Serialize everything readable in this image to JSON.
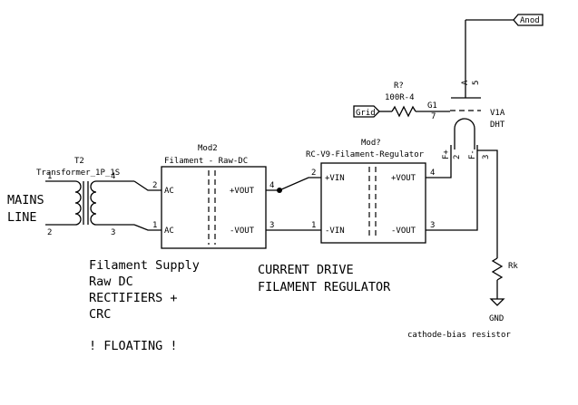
{
  "transformer": {
    "ref": "T2",
    "value": "Transformer_1P_1S",
    "pin1": "1",
    "pin2": "2",
    "pin3": "3",
    "pin4": "4"
  },
  "mains_label_line1": "MAINS",
  "mains_label_line2": "LINE",
  "mod2": {
    "ref": "Mod2",
    "value": "Filament - Raw-DC",
    "pin_ac_top": "AC",
    "pin_ac_bottom": "AC",
    "pin_vout_pos": "+VOUT",
    "pin_vout_neg": "-VOUT",
    "pin_num_2": "2",
    "pin_num_1": "1",
    "pin_num_4": "4",
    "pin_num_3": "3"
  },
  "regulator": {
    "ref": "Mod?",
    "value": "RC-V9-Filament-Regulator",
    "pin_vin_pos": "+VIN",
    "pin_vin_neg": "-VIN",
    "pin_vout_pos": "+VOUT",
    "pin_vout_neg": "-VOUT",
    "pin_num_2": "2",
    "pin_num_1": "1",
    "pin_num_4": "4",
    "pin_num_3": "3"
  },
  "resistor_grid": {
    "ref": "R?",
    "value": "100R-4"
  },
  "grid_label": "Grid",
  "anode_label": "Anod",
  "tube": {
    "ref": "V1A",
    "value": "DHT",
    "grid_pin_name": "G1",
    "grid_pin_num": "7",
    "anode_pin_name": "A",
    "anode_pin_num": "5",
    "fil_pos_name": "F+",
    "fil_pos_num": "2",
    "fil_neg_name": "F-",
    "fil_neg_num": "3"
  },
  "resistor_bias": {
    "ref": "Rk",
    "note": "cathode-bias resistor"
  },
  "gnd_label": "GND",
  "notes": {
    "filament_supply": [
      "Filament Supply",
      "Raw DC",
      "RECTIFIERS +",
      "CRC"
    ],
    "floating": "! FLOATING !",
    "current_drive": [
      "CURRENT DRIVE",
      "FILAMENT REGULATOR"
    ]
  }
}
